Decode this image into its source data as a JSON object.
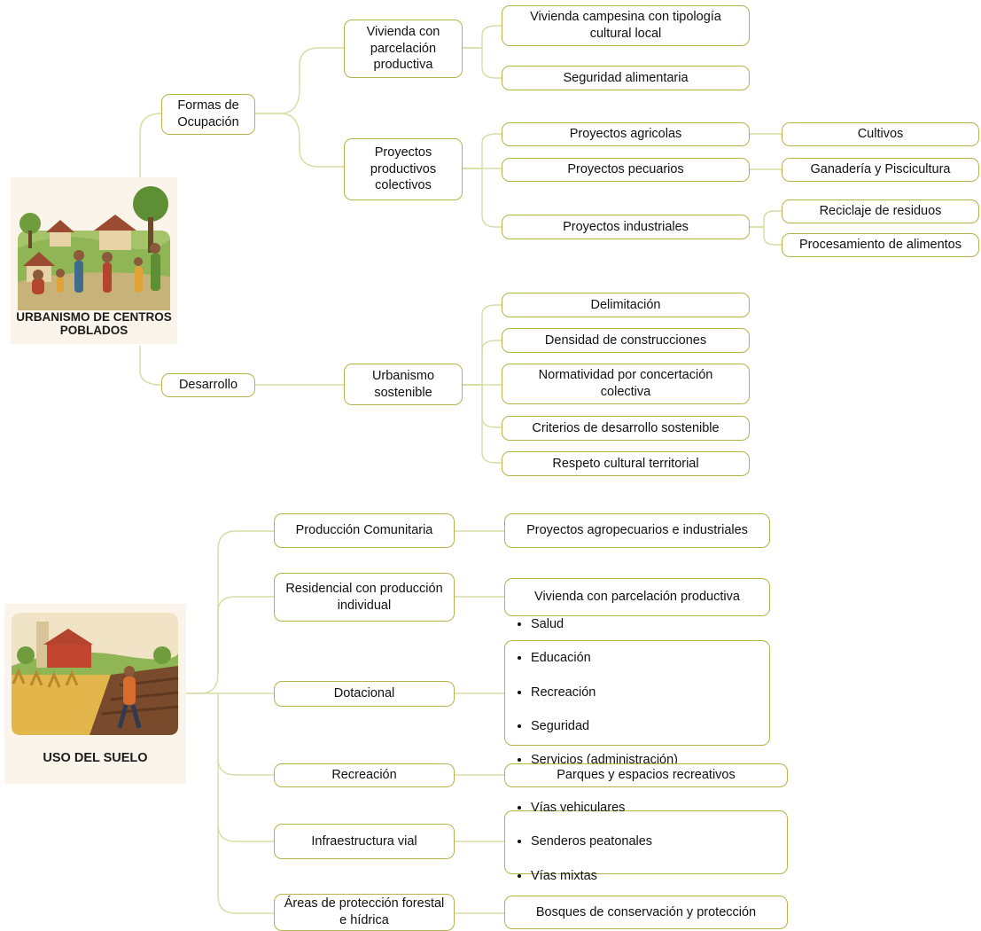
{
  "top": {
    "title": "URBANISMO DE CENTROS\nPOBLADOS",
    "formas": "Formas de\nOcupación",
    "vivienda": "Vivienda con\nparcelación\nproductiva",
    "vivienda_campesina": "Vivienda campesina con tipología\ncultural local",
    "seguridad": "Seguridad alimentaria",
    "proyectos_colectivos": "Proyectos\nproductivos\ncolectivos",
    "agricolas": "Proyectos agricolas",
    "cultivos": "Cultivos",
    "pecuarios": "Proyectos pecuarios",
    "ganaderia": "Ganadería y Piscicultura",
    "industriales": "Proyectos industriales",
    "reciclaje": "Reciclaje de residuos",
    "procesamiento": "Procesamiento de alimentos",
    "desarrollo": "Desarrollo",
    "urbanismo": "Urbanismo\nsostenible",
    "delimitacion": "Delimitación",
    "densidad": "Densidad de construcciones",
    "normatividad": "Normatividad por concertación\ncolectiva",
    "criterios": "Criterios de desarrollo sostenible",
    "respeto": "Respeto cultural territorial"
  },
  "bottom": {
    "title": "USO DEL SUELO",
    "produccion": "Producción Comunitaria",
    "proyectos_agro": "Proyectos agropecuarios e industriales",
    "residencial": "Residencial con producción\nindividual",
    "vivienda_parcelacion": "Vivienda con parcelación productiva",
    "dotacional": "Dotacional",
    "dotacional_items": [
      "Salud",
      "Educación",
      "Recreación",
      "Seguridad",
      "Servicios (administración)"
    ],
    "recreacion": "Recreación",
    "parques": "Parques y espacios recreativos",
    "infraestructura": "Infraestructura vial",
    "vias_items": [
      "Vías vehiculares",
      "Senderos peatonales",
      "Vías mixtas"
    ],
    "areas": "Áreas de protección forestal\ne hídrica",
    "bosques": "Bosques de conservación y protección"
  },
  "colors": {
    "line": "#d9dba6",
    "border": "#b5b24a",
    "panel": "#faf4ea"
  }
}
